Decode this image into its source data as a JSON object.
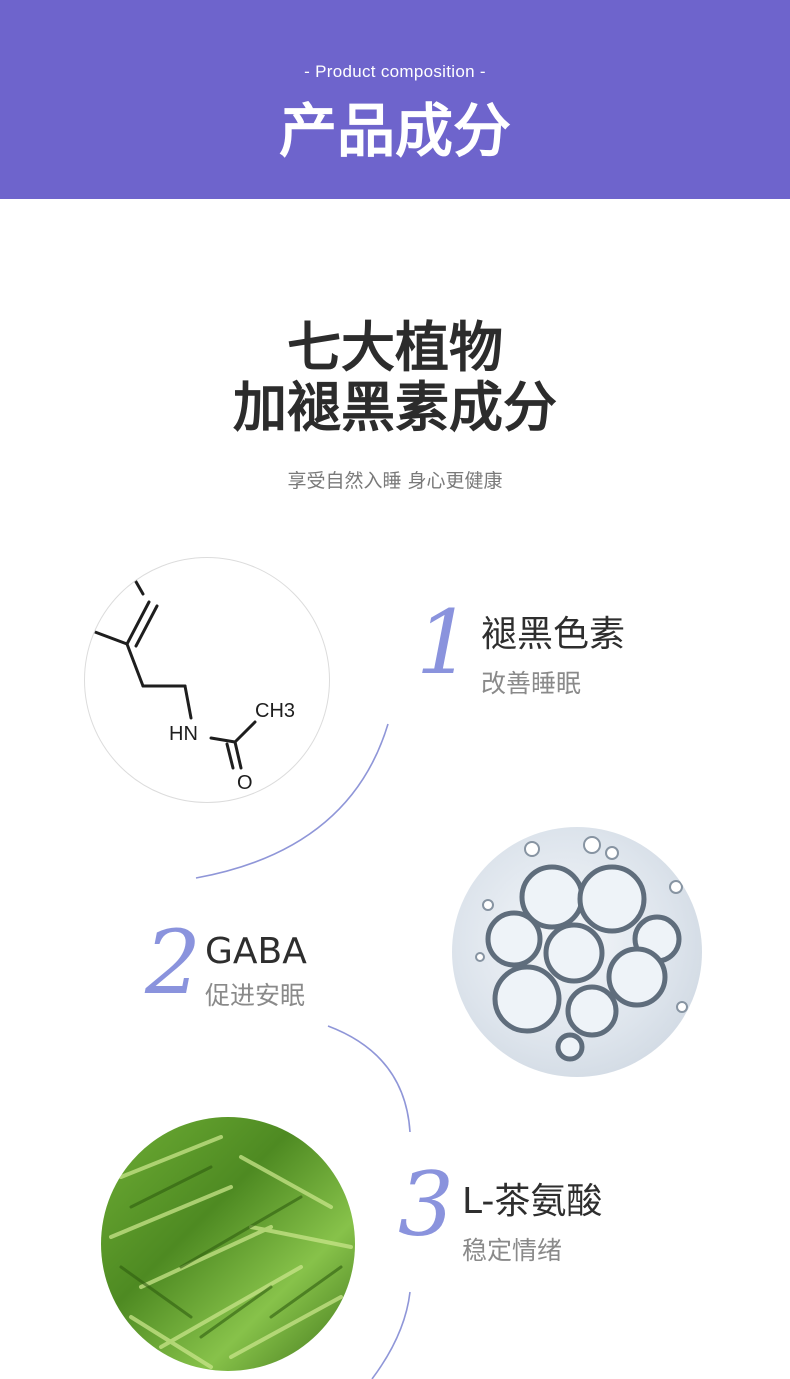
{
  "header": {
    "subtitle": "- Product composition -",
    "title": "产品成分"
  },
  "headline": {
    "line1": "七大植物",
    "line2": "加褪黑素成分"
  },
  "tagline": "享受自然入睡 身心更健康",
  "ingredients": [
    {
      "number": "1",
      "name": "褪黑色素",
      "benefit": "改善睡眠",
      "image_icon": "molecule-structure-icon"
    },
    {
      "number": "2",
      "name": "GABA",
      "benefit": "促进安眠",
      "image_icon": "bubbles-icon"
    },
    {
      "number": "3",
      "name": "L-茶氨酸",
      "benefit": "稳定情绪",
      "image_icon": "tea-leaves-icon"
    }
  ],
  "molecule": {
    "hn_label": "HN",
    "ch3_label": "CH3",
    "o_label": "O"
  },
  "colors": {
    "banner": "#6e64cc",
    "accent_number": "#8a93dd",
    "curve": "#8f96d8",
    "tea_green": "#5a9a2a"
  }
}
